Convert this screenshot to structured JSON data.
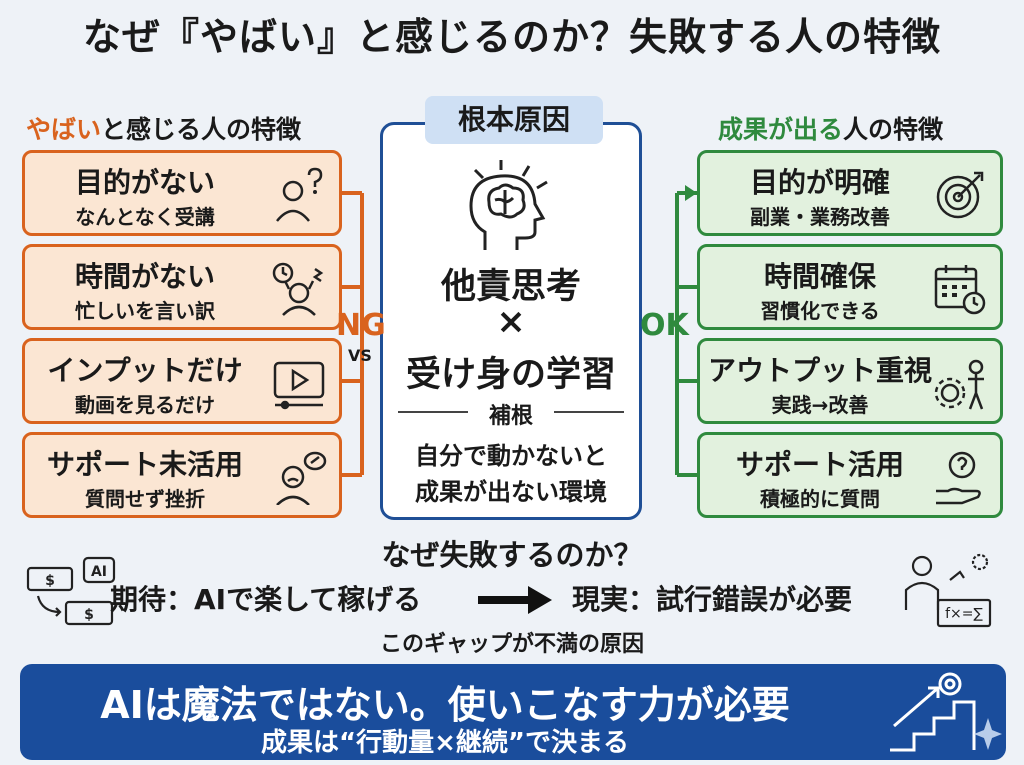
{
  "title": "なぜ『やばい』と感じるのか？失敗する人の特徴",
  "left_header": {
    "highlight": "やばい",
    "rest": "と感じる人の特徴"
  },
  "right_header": {
    "highlight": "成果が出る",
    "rest": "人の特徴"
  },
  "left_items": [
    {
      "title": "目的がない",
      "sub": "なんとなく受講",
      "icon": "confused-person-icon"
    },
    {
      "title": "時間がない",
      "sub": "忙しいを言い訳",
      "icon": "stressed-clock-icon"
    },
    {
      "title": "インプットだけ",
      "sub": "動画を見るだけ",
      "icon": "video-player-icon"
    },
    {
      "title": "サポート未活用",
      "sub": "質問せず挫折",
      "icon": "frustrated-person-icon"
    }
  ],
  "right_items": [
    {
      "title": "目的が明確",
      "sub": "副業・業務改善",
      "icon": "target-icon"
    },
    {
      "title": "時間確保",
      "sub": "習慣化できる",
      "icon": "calendar-clock-icon"
    },
    {
      "title": "アウトプット重視",
      "sub": "実践→改善",
      "icon": "gear-person-icon"
    },
    {
      "title": "サポート活用",
      "sub": "積極的に質問",
      "icon": "help-hand-icon"
    }
  ],
  "center": {
    "label": "根本原因",
    "line1": "他責思考",
    "times": "×",
    "line2": "受け身の学習",
    "supplement_label": "補根",
    "supplement_line1": "自分で動かないと",
    "supplement_line2": "成果が出ない環境"
  },
  "ng": "NG",
  "vs": "VS",
  "ok": "OK",
  "middle": {
    "question": "なぜ失敗するのか？",
    "expectation": "期待：AIで楽して稼げる",
    "reality": "現実：試行錯誤が必要",
    "gap": "このギャップが不満の原因",
    "ai_badge": "AI",
    "formula": "f×=∑"
  },
  "banner": {
    "line1": "AIは魔法ではない。使いこなす力が必要",
    "line2": "成果は“行動量×継続”で決まる"
  },
  "colors": {
    "orange": "#d9631e",
    "green": "#2f8a3e",
    "navy": "#1a4d9c"
  }
}
